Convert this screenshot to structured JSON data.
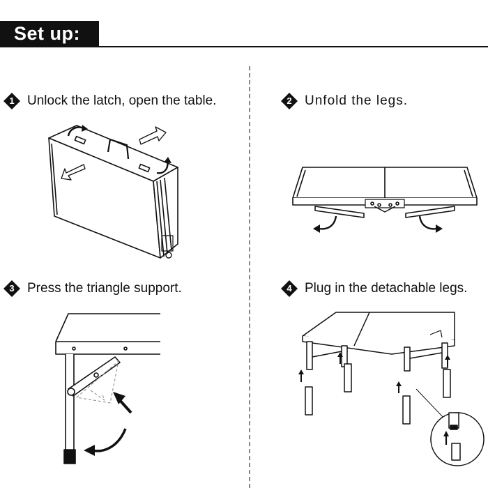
{
  "header": {
    "title": "Set up:"
  },
  "steps": [
    {
      "number": "1",
      "text": "Unlock the latch, open the table."
    },
    {
      "number": "2",
      "text": "Unfold the legs."
    },
    {
      "number": "3",
      "text": "Press the triangle support."
    },
    {
      "number": "4",
      "text": "Plug in the detachable legs."
    }
  ],
  "icons": {
    "step_badge": "diamond-number-icon",
    "arrow": "arrow-icon",
    "curved_arrow": "curved-arrow-icon"
  },
  "colors": {
    "ink": "#111111",
    "background": "#ffffff",
    "shade": "#9a9a9a"
  }
}
